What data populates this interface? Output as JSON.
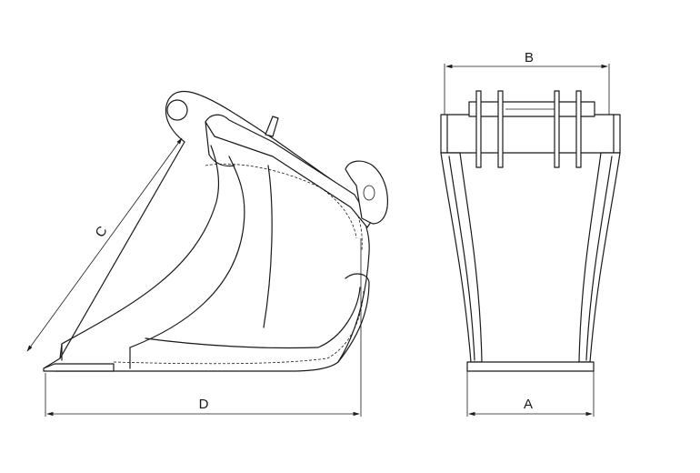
{
  "labels": {
    "d": "D",
    "a": "A",
    "b": "B",
    "c": "C"
  },
  "colors": {
    "line": "#1a1a1a",
    "background": "#ffffff"
  }
}
